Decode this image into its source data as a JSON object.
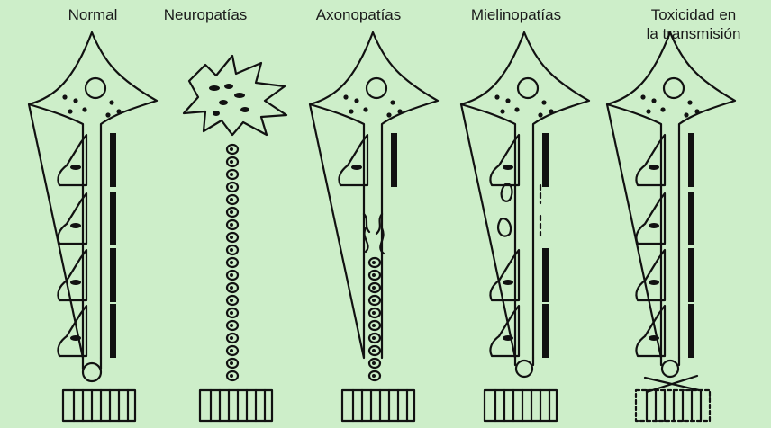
{
  "columns": [
    {
      "id": "normal",
      "label": "Normal"
    },
    {
      "id": "neuropatias",
      "label": "Neuropatías"
    },
    {
      "id": "axonopatias",
      "label": "Axonopatías"
    },
    {
      "id": "mielinopatias",
      "label": "Mielinopatías"
    },
    {
      "id": "toxicidad",
      "label_line1": "Toxicidad en",
      "label_line2": "la transmisión"
    }
  ]
}
